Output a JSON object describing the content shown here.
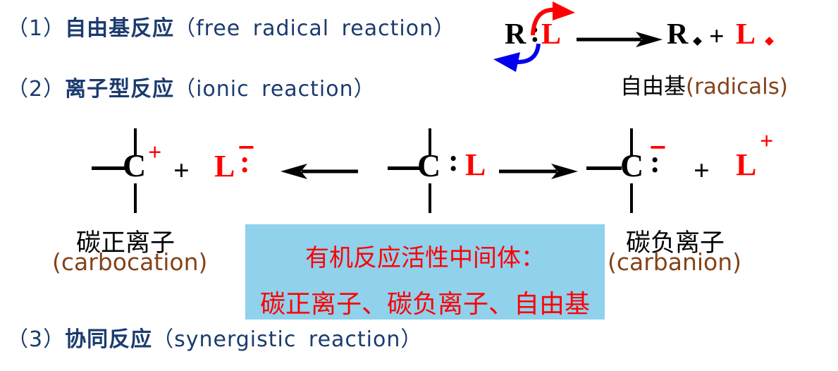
{
  "colors": {
    "navy": "#1b3b6f",
    "red": "#ff0000",
    "black": "#000000",
    "brown": "#84431a",
    "box_bg": "#90d1ec",
    "arrow_blue": "#0000ee"
  },
  "items": {
    "item1": {
      "num": "（1）",
      "zh": "自由基反应",
      "en": "（free radical reaction）"
    },
    "item2": {
      "num": "（2）",
      "zh": "离子型反应",
      "en": "（ionic reaction）"
    },
    "item3": {
      "num": "（3）",
      "zh": "协同反应",
      "en": "（synergistic reaction）"
    }
  },
  "radical_eq": {
    "r": "R",
    "colon": ":",
    "l": "L",
    "prod_r": "R",
    "plus": "+",
    "prod_l": "L",
    "label_zh": "自由基",
    "label_en": "(radicals)"
  },
  "ionic_eq": {
    "left": {
      "c": "C",
      "charge": "+",
      "plus": "+",
      "l": "L",
      "dots": ":",
      "minus": "−"
    },
    "center": {
      "c": "C",
      "dots": ":",
      "l": "L"
    },
    "right": {
      "c": "C",
      "dots": ":",
      "minus": "−",
      "plus": "+",
      "l": "L",
      "charge": "+"
    },
    "label_carbocation_zh": "碳正离子",
    "label_carbocation_en": "(carbocation)",
    "label_carbanion_zh": "碳负离子",
    "label_carbanion_en": "(carbanion)"
  },
  "highlight_box": {
    "line1": "有机反应活性中间体：",
    "line2": "碳正离子、碳负离子、自由基"
  },
  "icons": {
    "forward_arrow": "right-arrow",
    "reverse_arrow": "left-arrow",
    "red_curved_arrow": "fishhook-up-right",
    "blue_curved_arrow": "fishhook-down-left"
  }
}
